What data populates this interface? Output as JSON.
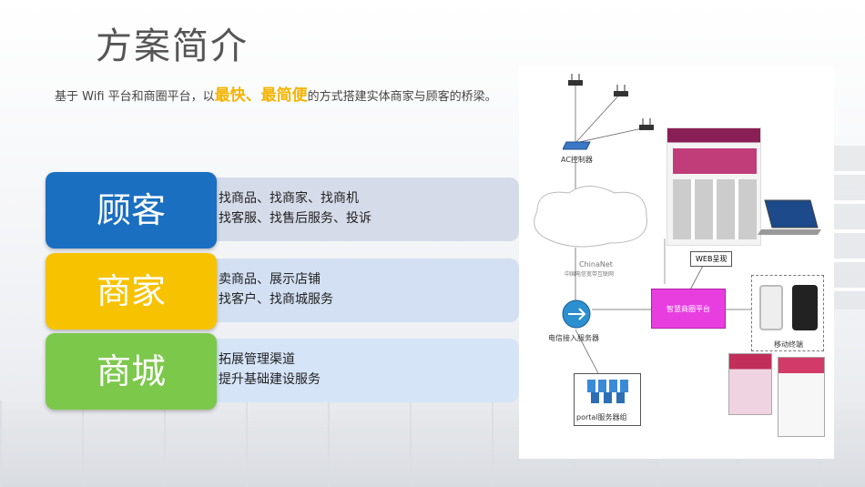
{
  "slide": {
    "title": "方案简介",
    "intro_before": "基于 Wifi 平台和商圈平台，以",
    "intro_highlight": "最快、最简便",
    "intro_after": "的方式搭建实体商家与顾客的桥梁。"
  },
  "rows": [
    {
      "label": "顾客",
      "items": [
        "找商品、找商家、找商机",
        "找客服、找售后服务、投诉"
      ],
      "color": "#1a6fc0"
    },
    {
      "label": "商家",
      "items": [
        "卖商品、展示店铺",
        "找客户、找商城服务"
      ],
      "color": "#f7c200"
    },
    {
      "label": "商城",
      "items": [
        "拓展管理渠道",
        "提升基础建设服务"
      ],
      "color": "#7cc84b"
    }
  ],
  "diagram": {
    "ac_controller": "AC控制器",
    "chinanet": "ChinaNet",
    "chinanet_sub": "中国电信宽带互联网",
    "access_server": "电信接入服务器",
    "platform": "智慧商圈平台",
    "portal": "portal服务器组",
    "web": "WEB呈现",
    "mobile": "移动终端"
  }
}
